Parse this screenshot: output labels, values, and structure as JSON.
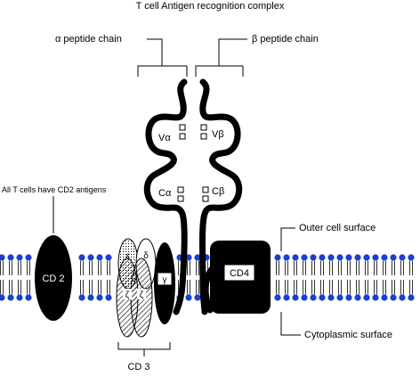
{
  "title": "T cell Antigen recognition complex",
  "labels": {
    "alpha_chain": "α peptide chain",
    "beta_chain": "β peptide chain",
    "v_alpha": "Vα",
    "v_beta": "Vβ",
    "c_alpha": "Cα",
    "c_beta": "Cβ",
    "cd2_note": "All T cells have CD2 antigens",
    "cd2": "CD 2",
    "cd4": "CD4",
    "epsilon": "ε",
    "delta": "δ",
    "zeta_1": "ζ",
    "zeta_2": "ζ",
    "gamma": "γ",
    "cd3": "CD 3",
    "outer_surface": "Outer cell surface",
    "cyto_surface": "Cytoplasmic surface"
  },
  "colors": {
    "membrane_head": "#1a3fd6",
    "ink": "#000000",
    "background": "#ffffff"
  }
}
